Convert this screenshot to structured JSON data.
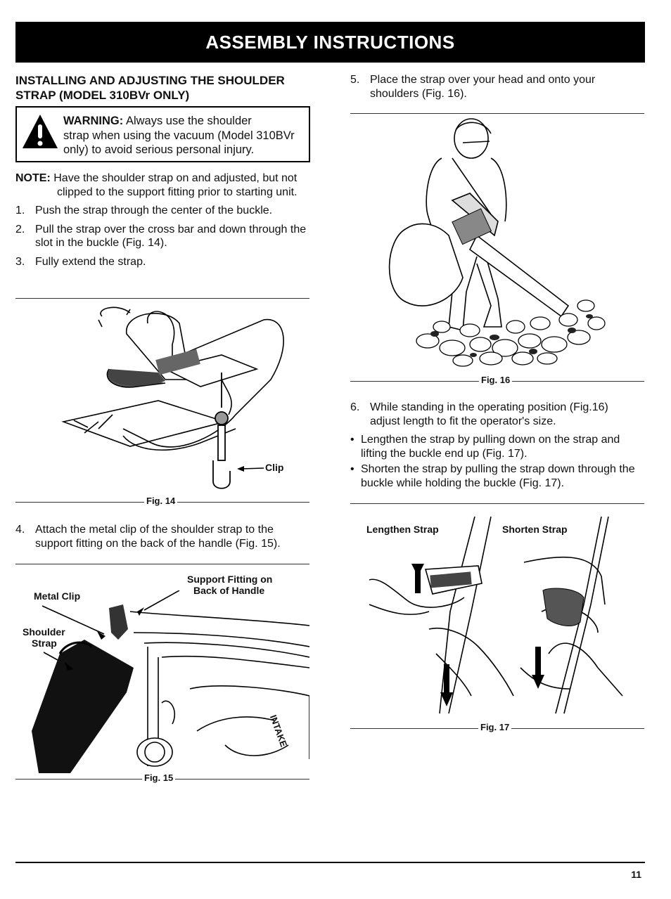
{
  "banner": {
    "title": "ASSEMBLY INSTRUCTIONS"
  },
  "section": {
    "heading_line1": "INSTALLING AND ADJUSTING THE SHOULDER",
    "heading_line2": "STRAP (MODEL 310BVr ONLY)"
  },
  "warning": {
    "label": "WARNING:",
    "text1": "Always use the shoulder",
    "text2": "strap when using the vacuum (Model 310BVr",
    "text3": "only) to avoid serious personal injury."
  },
  "note": {
    "label": "NOTE:",
    "line1": "Have the shoulder strap on and adjusted, but not",
    "line2": "clipped to the support fitting prior to starting unit."
  },
  "steps_left": [
    {
      "num": "1.",
      "text": "Push the strap through the center of the buckle."
    },
    {
      "num": "2.",
      "text": "Pull the strap over the cross bar and down through the slot in the buckle (Fig. 14)."
    },
    {
      "num": "3.",
      "text": "Fully extend the strap."
    }
  ],
  "fig14": {
    "caption": "Fig. 14",
    "callout_clip": "Clip"
  },
  "step4": {
    "num": "4.",
    "text": "Attach the metal clip of the shoulder strap to the support fitting on the back of the handle (Fig. 15)."
  },
  "fig15": {
    "caption": "Fig. 15",
    "callout_metal_clip": "Metal Clip",
    "callout_support_1": "Support Fitting on",
    "callout_support_2": "Back of Handle",
    "callout_shoulder_1": "Shoulder",
    "callout_shoulder_2": "Strap",
    "intake_label": "INTAKE"
  },
  "step5": {
    "num": "5.",
    "text": "Place the strap over your head and onto your shoulders (Fig. 16)."
  },
  "fig16": {
    "caption": "Fig. 16"
  },
  "step6": {
    "num": "6.",
    "text": "While standing in the operating position (Fig.16) adjust length to fit the operator's size."
  },
  "bullets": [
    "Lengthen the strap by pulling down on the strap and lifting the buckle end up (Fig. 17).",
    "Shorten the strap by pulling the strap down through the buckle while holding the buckle (Fig. 17)."
  ],
  "fig17": {
    "caption": "Fig. 17",
    "callout_lengthen": "Lengthen Strap",
    "callout_shorten": "Shorten Strap"
  },
  "page_number": "11"
}
